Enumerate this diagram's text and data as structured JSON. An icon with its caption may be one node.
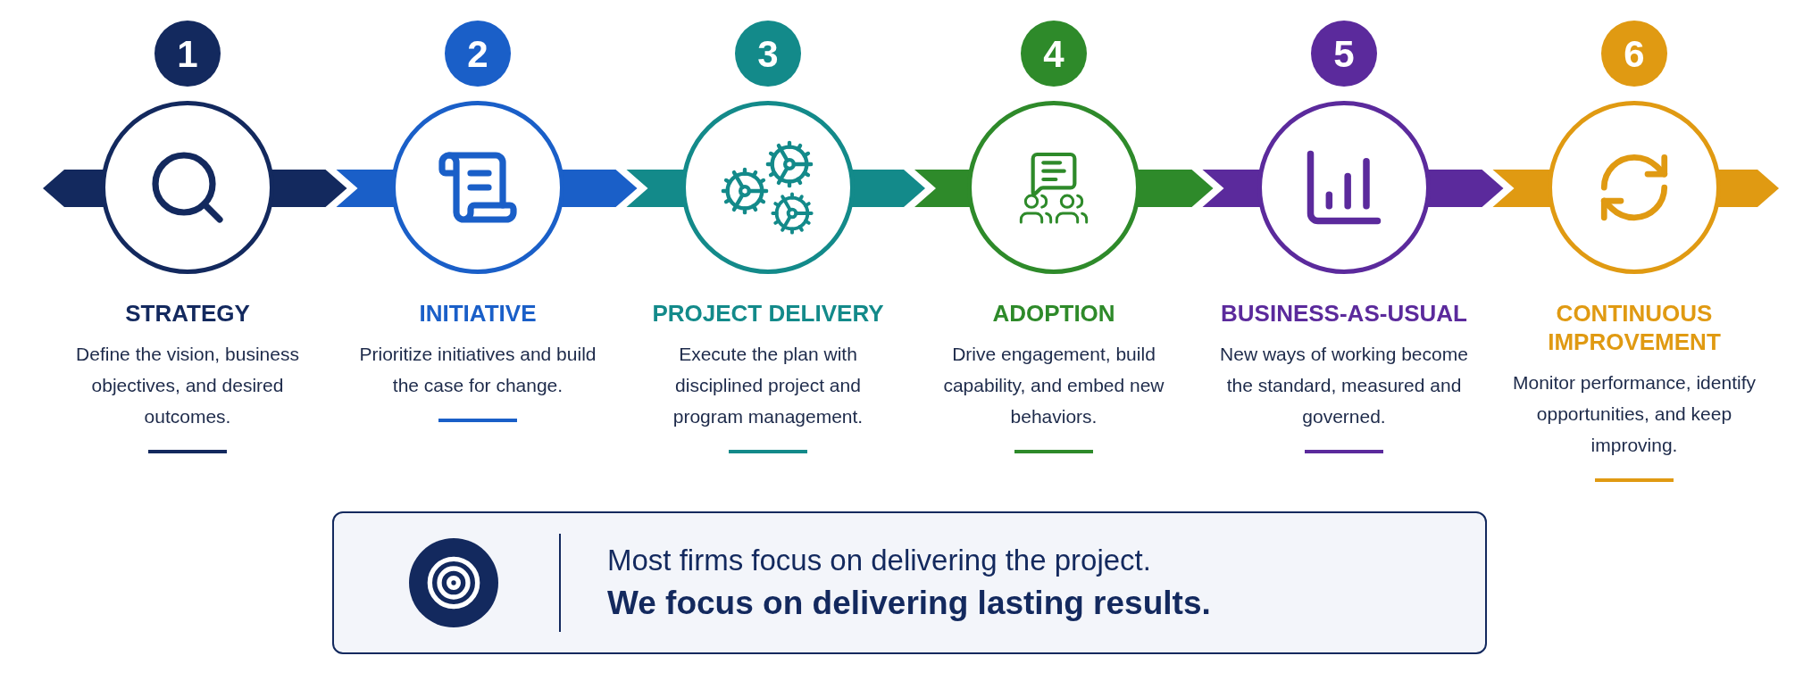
{
  "diagram": {
    "nodes": [
      {
        "text": [
          "1"
        ]
      },
      {
        "text": [
          "2"
        ]
      },
      {
        "text": [
          "3"
        ]
      },
      {
        "text": [
          "4"
        ]
      },
      {
        "text": [
          "5"
        ]
      },
      {
        "text": [
          "6"
        ]
      },
      {
        "text": [
          "STRATEGY",
          "Define the vision, business objectives, and desired outcomes."
        ]
      },
      {
        "text": [
          "INITIATIVE",
          "Prioritize initiatives and build the case for change."
        ]
      },
      {
        "text": [
          "PROJECT DELIVERY",
          "Execute the plan with disciplined project and program management."
        ]
      },
      {
        "text": [
          "ADOPTION",
          "Drive engagement, build capability, and embed new behaviors."
        ]
      },
      {
        "text": [
          "BUSINESS-AS-USUAL",
          "New ways of working become the standard, measured and governed."
        ]
      },
      {
        "text": [
          "CONTINUOUS IMPROVEMENT",
          "Monitor performance, identify opportunities, and keep improving."
        ]
      },
      {
        "text": [
          "Most firms focus on delivering the project.",
          "We focus on delivering lasting results."
        ]
      }
    ],
    "edges": [
      {
        "from": 6,
        "to": null,
        "arrow": "to",
        "color": "#13295e"
      },
      {
        "from": 6,
        "to": 7,
        "arrow": "to",
        "color": "#13295e"
      },
      {
        "from": 7,
        "to": 8,
        "arrow": "to",
        "color": "#1a5fc8"
      },
      {
        "from": 8,
        "to": 9,
        "arrow": "to",
        "color": "#138a8a"
      },
      {
        "from": 9,
        "to": 10,
        "arrow": "to",
        "color": "#2e8a2a"
      },
      {
        "from": 10,
        "to": 11,
        "arrow": "to",
        "color": "#5b2a9c"
      },
      {
        "from": 11,
        "to": null,
        "arrow": "to",
        "color": "#e09a12"
      }
    ]
  }
}
